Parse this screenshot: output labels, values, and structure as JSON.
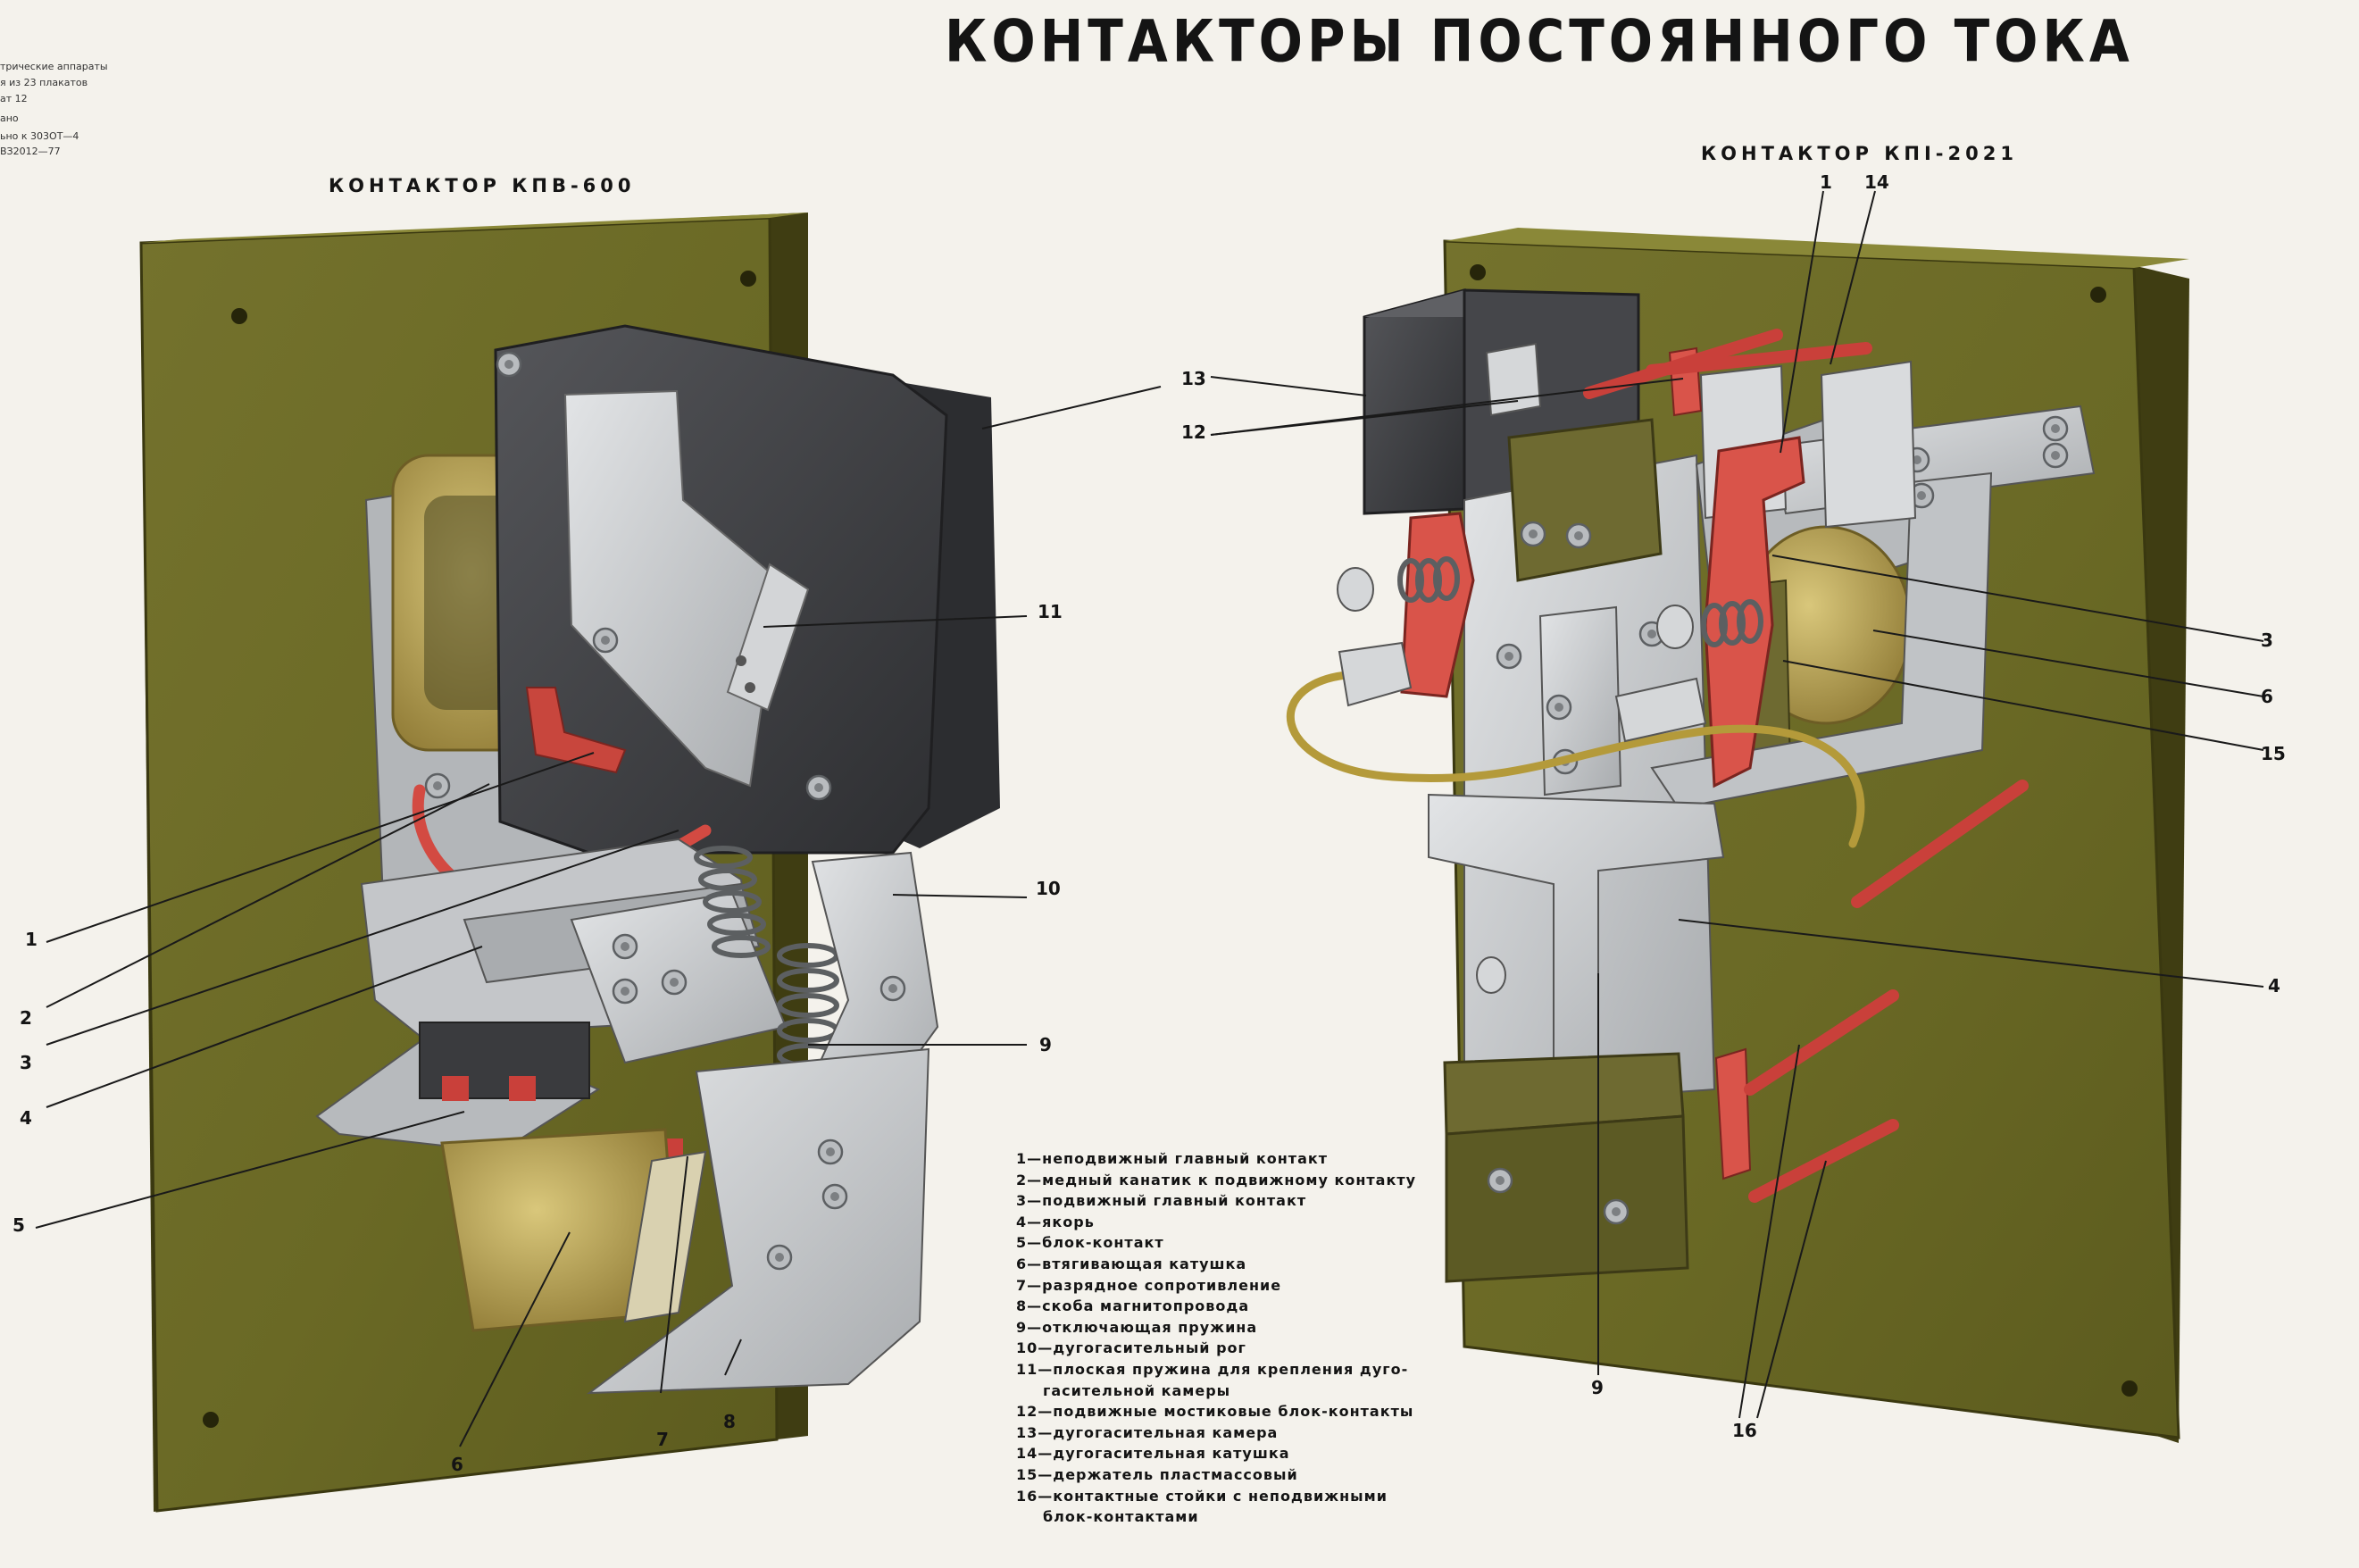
{
  "page": {
    "title": "КОНТАКТОРЫ ПОСТОЯННОГО ТОКА",
    "corner_notes": [
      "трические аппараты",
      "я из 23 плакатов",
      "ат 12",
      "ано",
      "ьно к 303ОТ—4",
      "ВЗ2012—77"
    ]
  },
  "left_figure": {
    "title": "КОНТАКТОР КПВ-600",
    "callouts": [
      "1",
      "2",
      "3",
      "4",
      "5",
      "6",
      "7",
      "8",
      "9",
      "10",
      "11",
      "13",
      "12"
    ]
  },
  "right_figure": {
    "title": "КОНТАКТОР КПІ-2021",
    "callouts": [
      "1",
      "14",
      "3",
      "6",
      "15",
      "4",
      "9",
      "16"
    ]
  },
  "legend": [
    {
      "num": "1",
      "text": "неподвижный главный контакт"
    },
    {
      "num": "2",
      "text": "медный канатик к подвижному контакту"
    },
    {
      "num": "3",
      "text": "подвижный главный контакт"
    },
    {
      "num": "4",
      "text": "якорь"
    },
    {
      "num": "5",
      "text": "блок-контакт"
    },
    {
      "num": "6",
      "text": "втягивающая катушка"
    },
    {
      "num": "7",
      "text": "разрядное сопротивление"
    },
    {
      "num": "8",
      "text": "скоба магнитопровода"
    },
    {
      "num": "9",
      "text": "отключающая пружина"
    },
    {
      "num": "10",
      "text": "дугогасительный рог"
    },
    {
      "num": "11",
      "text": "плоская пружина для крепления дуго-",
      "cont": "гасительной камеры"
    },
    {
      "num": "12",
      "text": "подвижные мостиковые блок-контакты"
    },
    {
      "num": "13",
      "text": "дугогасительная камера"
    },
    {
      "num": "14",
      "text": "дугогасительная катушка"
    },
    {
      "num": "15",
      "text": "держатель пластмассовый"
    },
    {
      "num": "16",
      "text": "контактные стойки с неподвижными",
      "cont": "блок-контактами"
    }
  ],
  "colors": {
    "board": "#6b6a25",
    "board_shade": "#4d4b16",
    "metal": "#c9cbcd",
    "metal_dark": "#8f9294",
    "chamber": "#3c3d40",
    "copper": "#d9544a",
    "coil": "#b8a255",
    "wire": "#b49a3a",
    "rod": "#c9403a"
  },
  "icons": [
    "bolt-icon",
    "spring-icon",
    "coil-icon"
  ]
}
